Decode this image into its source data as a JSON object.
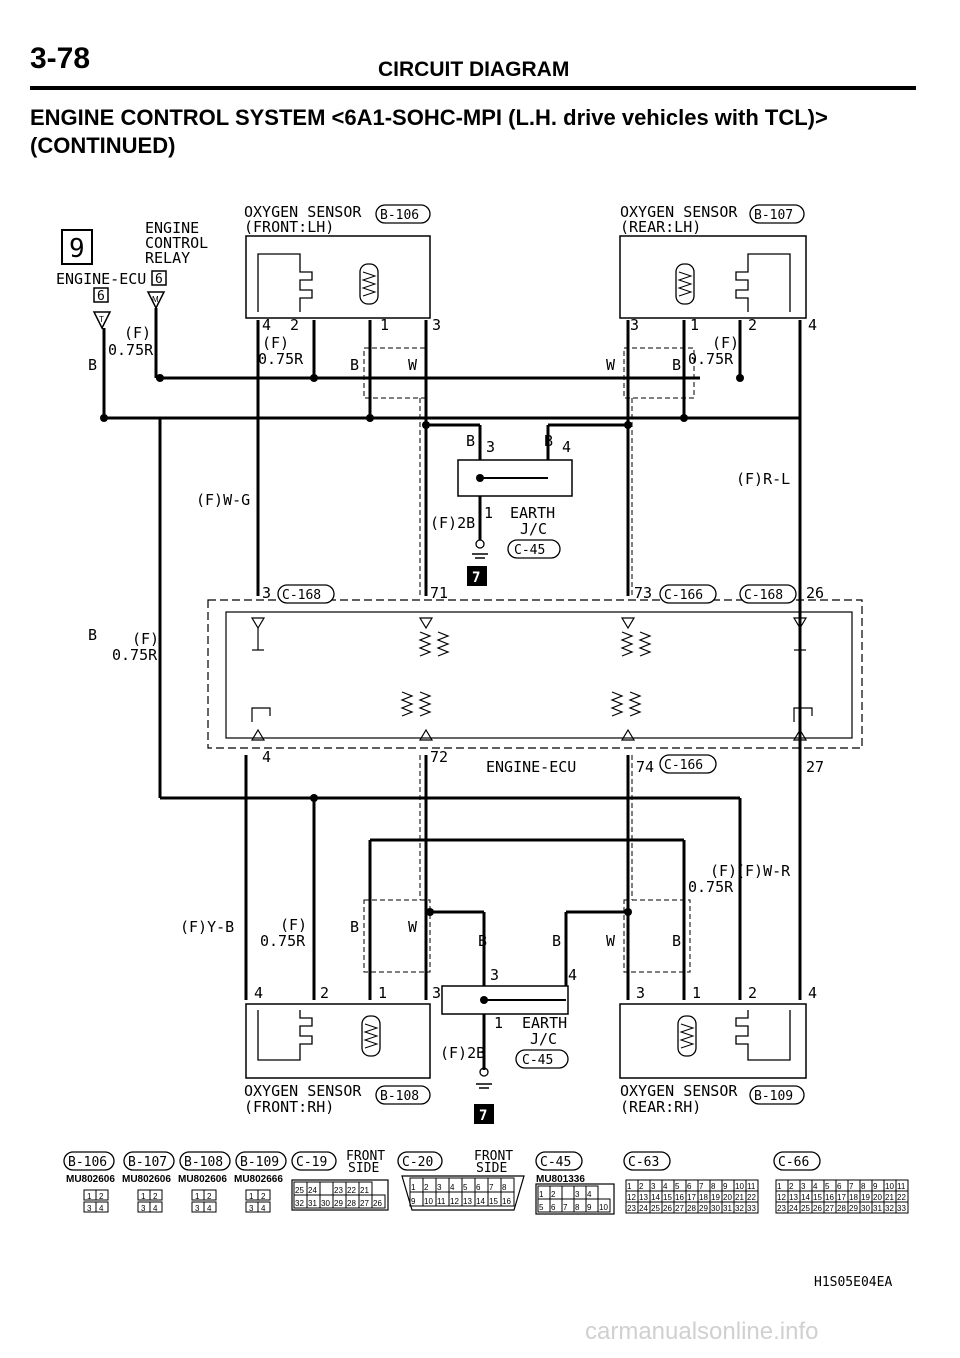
{
  "header": {
    "page_number": "3-78",
    "section_title": "CIRCUIT DIAGRAM",
    "heading_line1": "ENGINE CONTROL SYSTEM <6A1-SOHC-MPI (L.H. drive vehicles with TCL)>",
    "heading_line2": "(CONTINUED)"
  },
  "components": {
    "relay_box_number": "9",
    "relay_name_1": "ENGINE",
    "relay_name_2": "CONTROL",
    "relay_name_3": "RELAY",
    "ecu_top_label": "ENGINE-ECU",
    "ecu_top_box": "6",
    "ecu_pin_box": "6",
    "ecu_pin_m": "M",
    "ecu_pin_t": "T",
    "o2_front_lh_1": "OXYGEN SENSOR",
    "o2_front_lh_2": "(FRONT:LH)",
    "o2_front_lh_conn": "B-106",
    "o2_rear_lh_1": "OXYGEN SENSOR",
    "o2_rear_lh_2": "(REAR:LH)",
    "o2_rear_lh_conn": "B-107",
    "o2_front_rh_1": "OXYGEN SENSOR",
    "o2_front_rh_2": "(FRONT:RH)",
    "o2_front_rh_conn": "B-108",
    "o2_rear_rh_1": "OXYGEN SENSOR",
    "o2_rear_rh_2": "(REAR:RH)",
    "o2_rear_rh_conn": "B-109",
    "earth_top_1": "EARTH",
    "earth_top_2": "J/C",
    "earth_top_conn": "C-45",
    "earth_bot_1": "EARTH",
    "earth_bot_2": "J/C",
    "earth_bot_conn": "C-45",
    "ground_box": "7",
    "ecu_label": "ENGINE-ECU"
  },
  "wires": {
    "f_075r": "(F)",
    "size_075r": "0.75R",
    "b": "B",
    "w": "W",
    "fwg": "(F)W-G",
    "frl": "(F)R-L",
    "fyb": "(F)Y-B",
    "fwr": "(F)W-R",
    "f2b": "(F)2B"
  },
  "pins": {
    "p1": "1",
    "p2": "2",
    "p3": "3",
    "p4": "4",
    "ecu_3": "3",
    "ecu_71": "71",
    "ecu_73": "73",
    "ecu_26": "26",
    "ecu_4": "4",
    "ecu_72": "72",
    "ecu_74": "74",
    "ecu_27": "27",
    "c168": "C-168",
    "c166": "C-166"
  },
  "connectors": {
    "b106": "B-106",
    "b107": "B-107",
    "b108": "B-108",
    "b109": "B-109",
    "c19": "C-19",
    "c20": "C-20",
    "c45": "C-45",
    "c63": "C-63",
    "c66": "C-66",
    "front_side_1": "FRONT",
    "front_side_2": "SIDE",
    "mu_b106": "MU802606",
    "mu_b107": "MU802606",
    "mu_b108": "MU802606",
    "mu_b109": "MU802666",
    "mu_c45": "MU801336",
    "c19_row1": [
      "25",
      "24",
      "",
      "23",
      "22",
      "21"
    ],
    "c19_row2": [
      "32",
      "31",
      "30",
      "29",
      "28",
      "27",
      "26"
    ],
    "c20_row1": [
      "1",
      "2",
      "3",
      "4",
      "5",
      "6",
      "7",
      "8"
    ],
    "c20_row2": [
      "9",
      "10",
      "11",
      "12",
      "13",
      "14",
      "15",
      "16"
    ],
    "c45_row1": [
      "1",
      "2",
      "",
      "3",
      "4"
    ],
    "c45_row2": [
      "5",
      "6",
      "7",
      "8",
      "9",
      "10"
    ],
    "c63_row1": [
      "1",
      "2",
      "3",
      "4",
      "5",
      "6",
      "7",
      "8",
      "9",
      "10",
      "11"
    ],
    "c63_row2": [
      "12",
      "13",
      "14",
      "15",
      "16",
      "17",
      "18",
      "19",
      "20",
      "21",
      "22"
    ],
    "c63_row3": [
      "23",
      "24",
      "25",
      "26",
      "27",
      "28",
      "29",
      "30",
      "31",
      "32",
      "33"
    ],
    "four_pin": [
      "1",
      "2",
      "3",
      "4"
    ]
  },
  "footer": {
    "figure_code": "H1S05E04EA",
    "watermark": "carmanualsonline.info"
  }
}
